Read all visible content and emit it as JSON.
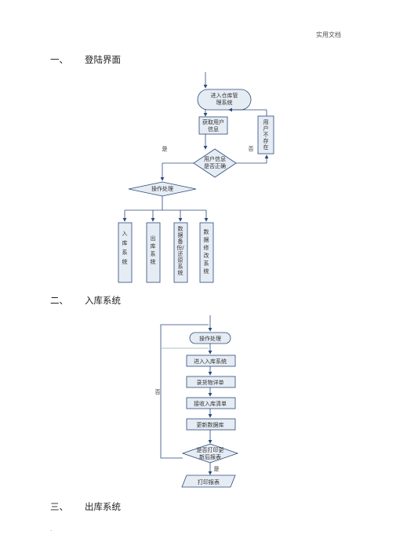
{
  "header": {
    "text": "实用文档"
  },
  "sections": [
    {
      "num": "一、",
      "title": "登陆界面"
    },
    {
      "num": "二、",
      "title": "入库系统"
    },
    {
      "num": "三、",
      "title": "出库系统"
    }
  ],
  "login_flow": {
    "start": [
      "进入仓库管",
      "理系统"
    ],
    "get_info": [
      "获取用户",
      "信息"
    ],
    "user_not_exist": [
      "用",
      "户",
      "不",
      "存",
      "在"
    ],
    "decision": [
      "用户信息",
      "是否正确"
    ],
    "yes": "是",
    "no": "否",
    "operate": "操作处理",
    "subsystems": [
      {
        "lines": [
          "入",
          "库",
          "系",
          "统"
        ]
      },
      {
        "lines": [
          "出",
          "库",
          "系",
          "统"
        ]
      },
      {
        "lines": [
          "数",
          "据",
          "备",
          "份/",
          "还",
          "原",
          "系",
          "统"
        ]
      },
      {
        "lines": [
          "数",
          "据",
          "修",
          "改",
          "系",
          "统"
        ]
      }
    ]
  },
  "inbound_flow": {
    "start": "操作处理",
    "step1": "进入入库系统",
    "step2": "录货物详单",
    "step3": "接收入库清单",
    "step4": "更新数据库",
    "decision": [
      "是否打印更",
      "新后报表"
    ],
    "no": "否",
    "yes": "是",
    "output": "打印报表"
  },
  "footer": {
    "mark": "."
  }
}
